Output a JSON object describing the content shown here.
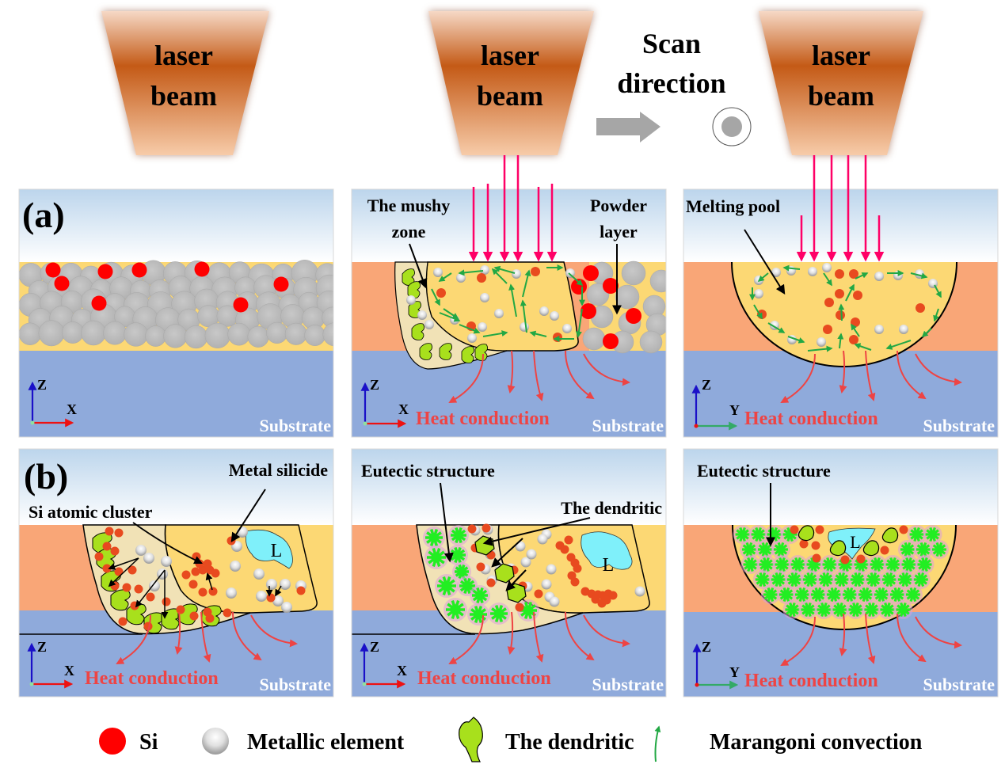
{
  "lasers": [
    {
      "line1": "laser",
      "line2": "beam"
    },
    {
      "line1": "laser",
      "line2": "beam"
    },
    {
      "line1": "laser",
      "line2": "beam"
    }
  ],
  "scan": {
    "line1": "Scan",
    "line2": "direction",
    "arrow_icon": "right-arrow-icon",
    "out_of_plane_icon": "circle-dot-icon"
  },
  "rows": {
    "a": {
      "label": "(a)"
    },
    "b": {
      "label": "(b)"
    }
  },
  "panels": {
    "a1": {
      "substrate": "Substrate",
      "axis_v": "Z",
      "axis_h": "X"
    },
    "a2": {
      "annot_mushy_1": "The mushy",
      "annot_mushy_2": "zone",
      "annot_powder_1": "Powder",
      "annot_powder_2": "layer",
      "heat": "Heat conduction",
      "substrate": "Substrate",
      "axis_v": "Z",
      "axis_h": "X"
    },
    "a3": {
      "annot_pool": "Melting pool",
      "heat": "Heat conduction",
      "substrate": "Substrate",
      "axis_v": "Z",
      "axis_h": "Y"
    },
    "b1": {
      "annot_silicide": "Metal silicide",
      "annot_cluster": "Si atomic cluster",
      "liquid": "L",
      "heat": "Heat conduction",
      "substrate": "Substrate",
      "axis_v": "Z",
      "axis_h": "X"
    },
    "b2": {
      "annot_eutectic": "Eutectic structure",
      "annot_dendritic": "The dendritic",
      "liquid": "L",
      "heat": "Heat conduction",
      "substrate": "Substrate",
      "axis_v": "Z",
      "axis_h": "X"
    },
    "b3": {
      "annot_eutectic": "Eutectic structure",
      "liquid": "L",
      "heat": "Heat conduction",
      "substrate": "Substrate",
      "axis_v": "Z",
      "axis_h": "Y"
    }
  },
  "legend": [
    {
      "icon": "si-atom-icon",
      "label": "Si"
    },
    {
      "icon": "metallic-atom-icon",
      "label": "Metallic element"
    },
    {
      "icon": "dendrite-icon",
      "label": "The dendritic"
    },
    {
      "icon": "marangoni-arrow-icon",
      "label": "Marangoni convection"
    }
  ],
  "colors": {
    "sky_top": "#bcd5ec",
    "sky_bottom": "#ffffff",
    "powder_bed": "#fcd874",
    "solid_layer": "#f9a677",
    "substrate": "#8faadb",
    "si": "#ff0000",
    "si_melt": "#e84a1f",
    "metal": "#bdbdbd",
    "laser_ray": "#ff0066",
    "heat": "#ee4444",
    "marangoni": "#22a844",
    "dendrite": "#a8e01c",
    "eutectic": "#22ee22",
    "mushy": "#f1e2b6",
    "liquid": "#7ff0fa",
    "axis_z": "#1a10c8",
    "axis_x": "#ee1111",
    "axis_y": "#33aa66"
  }
}
